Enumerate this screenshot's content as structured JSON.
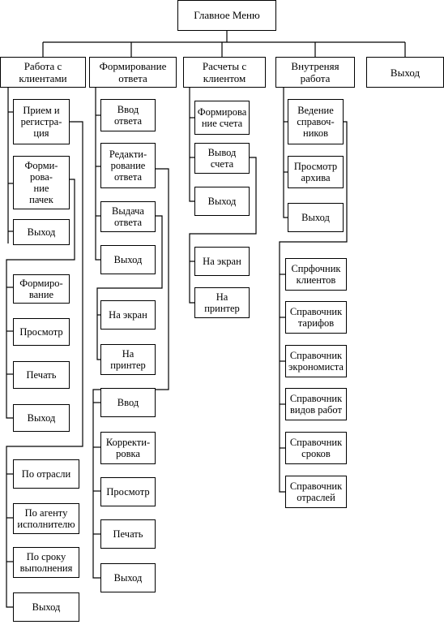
{
  "root": "Главное Меню",
  "categories": {
    "clients": "Работа с\nклиентами",
    "answer": "Формирование\nответа",
    "billing": "Расчеты с\nклиентом",
    "internal": "Внутреняя\nработа",
    "exit": "Выход"
  },
  "clients_items": {
    "reg": "Прием и\nрегистра-\nция",
    "packs": "Форми-\nрова-\nние\nпачек",
    "exit": "Выход",
    "sub_form": "Формиро-\nвание",
    "sub_view": "Просмотр",
    "sub_print": "Печать",
    "sub_exit": "Выход",
    "by_industry": "По отрасли",
    "by_agent": "По агенту\nисполнителю",
    "by_deadline": "По сроку\nвыполнения",
    "exit2": "Выход"
  },
  "answer_items": {
    "input": "Ввод\nответа",
    "edit": "Редакти-\nрование\nответа",
    "issue": "Выдача\nответа",
    "exit": "Выход",
    "to_screen": "На экран",
    "to_printer": "На\nпринтер",
    "enter": "Ввод",
    "correct": "Корректи-\nровка",
    "view": "Просмотр",
    "print": "Печать",
    "exit2": "Выход"
  },
  "billing_items": {
    "form": "Формирова\nние счета",
    "output": "Вывод\nсчета",
    "exit": "Выход",
    "to_screen": "На экран",
    "to_printer": "На\nпринтер"
  },
  "internal_items": {
    "refs": "Ведение\nсправоч-\nников",
    "archive": "Просмотр\nархива",
    "exit": "Выход",
    "ref_clients": "Спрфочник\nклиентов",
    "ref_tariffs": "Справочник\nтарифов",
    "ref_economist": "Справочник\nэкрономиста",
    "ref_worktypes": "Справочник\nвидов работ",
    "ref_terms": "Справочник\nсроков",
    "ref_industries": "Справочник\nотраслей"
  }
}
